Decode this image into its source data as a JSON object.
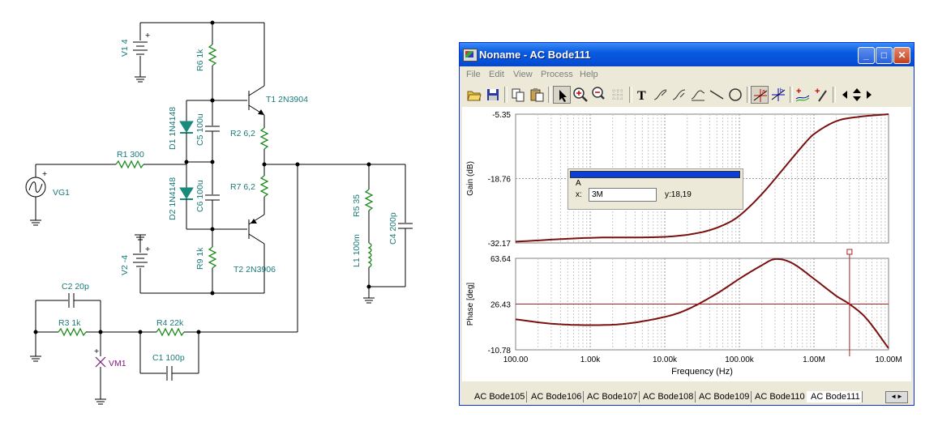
{
  "schematic": {
    "labels": {
      "v1": "V1 4",
      "v2": "V2 -4",
      "vg": "VG1",
      "vm": "VM1",
      "r1": "R1 300",
      "r2": "R2 6,2",
      "r3": "R3 1k",
      "r4": "R4 22k",
      "r5": "R5 35",
      "r6": "R6 1k",
      "r7": "R7 6,2",
      "r9": "R9 1k",
      "c1": "C1 100p",
      "c2": "C2 20p",
      "c4": "C4 200p",
      "c5": "C5 100u",
      "c6": "C6 100u",
      "d1": "D1 1N4148",
      "d2": "D2 1N4148",
      "l1": "L1 100m",
      "t1": "T1 2N3904",
      "t2": "T2 2N3906",
      "plus": "+",
      "minus": "-"
    }
  },
  "window": {
    "title": "Noname - AC Bode111",
    "controls": {
      "minimize": "_",
      "maximize": "□",
      "close": "✕"
    },
    "menu": [
      "File",
      "Edit",
      "View",
      "Process",
      "Help"
    ],
    "toolbar_icons": [
      "open-icon",
      "save-icon",
      "copy-icon",
      "paste-icon",
      "pointer-icon",
      "zoom-in-icon",
      "zoom-100-icon",
      "grid-icon",
      "text-icon",
      "cursor-a-icon",
      "cursor-b-icon",
      "line-curve-icon",
      "line-icon",
      "circle-icon",
      "crosshair-a-icon",
      "crosshair-b-icon",
      "plus-curve-icon",
      "probe-icon",
      "nav-left-icon",
      "nav-updown-icon",
      "nav-right-icon"
    ],
    "cursor_dialog": {
      "label": "A",
      "x_label": "x:",
      "x_value": "3M",
      "y_text": "y:18,19"
    },
    "tabs": [
      "AC Bode105",
      "AC Bode106",
      "AC Bode107",
      "AC Bode108",
      "AC Bode109",
      "AC Bode110",
      "AC Bode111"
    ],
    "active_tab": "AC Bode111"
  },
  "colors": {
    "trace": "#7a1010",
    "cursor": "#b02020",
    "title_blue": "#0a5be0"
  },
  "chart_data": [
    {
      "type": "line",
      "ylabel": "Gain (dB)",
      "x_scale": "log",
      "xlim": [
        100,
        10000000
      ],
      "ylim": [
        -32.17,
        -5.35
      ],
      "yticks": [
        "-5.35",
        "-18.76",
        "-32.17"
      ],
      "grid": true,
      "series": [
        {
          "x": [
            100,
            1000,
            10000,
            30000,
            60000,
            100000,
            200000,
            400000,
            700000,
            1000000,
            2000000,
            4000000,
            10000000
          ],
          "y": [
            -31.9,
            -31.1,
            -30.9,
            -30.0,
            -28.5,
            -26.5,
            -22.0,
            -16.5,
            -12.0,
            -9.5,
            -6.8,
            -5.9,
            -5.35
          ]
        }
      ]
    },
    {
      "type": "line",
      "ylabel": "Phase [deg]",
      "xlabel": "Frequency (Hz)",
      "x_scale": "log",
      "xlim": [
        100,
        10000000
      ],
      "ylim": [
        -10.78,
        63.64
      ],
      "yticks": [
        "63.64",
        "26.43",
        "-10.78"
      ],
      "xticks": [
        "100.00",
        "1.00k",
        "10.00k",
        "100.00k",
        "1.00M",
        "10.00M"
      ],
      "grid": true,
      "series": [
        {
          "x": [
            100,
            300,
            1000,
            3000,
            10000,
            20000,
            50000,
            100000,
            200000,
            300000,
            500000,
            1000000,
            2000000,
            3000000,
            5000000,
            10000000
          ],
          "y": [
            14.0,
            10.5,
            9.3,
            10.5,
            16.0,
            22.0,
            35.0,
            47.0,
            58.0,
            63.0,
            60.0,
            47.0,
            33.0,
            26.4,
            15.0,
            -9.5
          ]
        }
      ],
      "cursor": {
        "x": 3000000,
        "y": 26.43
      }
    }
  ]
}
